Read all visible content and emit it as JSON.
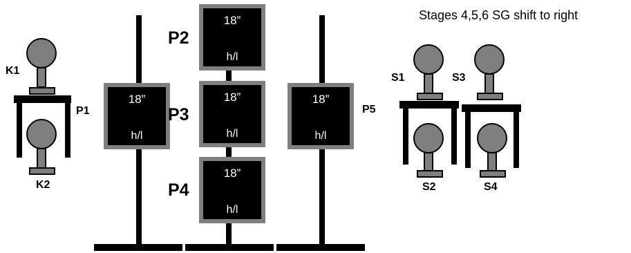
{
  "header": {
    "note": "Stages 4,5,6 SG shift to right"
  },
  "colors": {
    "plate_face": "#000000",
    "plate_border": "#7f7f7f",
    "popper_fill": "#7f7f7f",
    "stand": "#000000"
  },
  "plates": {
    "p1": {
      "label": "P1",
      "size": "18”",
      "marking": "h/l"
    },
    "p2": {
      "label": "P2",
      "size": "18”",
      "marking": "h/l"
    },
    "p3": {
      "label": "P3",
      "size": "18”",
      "marking": "h/l"
    },
    "p4": {
      "label": "P4",
      "size": "18”",
      "marking": "h/l"
    },
    "p5": {
      "label": "P5",
      "size": "18”",
      "marking": "h/l"
    }
  },
  "poppers": {
    "k1": {
      "label": "K1"
    },
    "k2": {
      "label": "K2"
    },
    "s1": {
      "label": "S1"
    },
    "s2": {
      "label": "S2"
    },
    "s3": {
      "label": "S3"
    },
    "s4": {
      "label": "S4"
    }
  }
}
